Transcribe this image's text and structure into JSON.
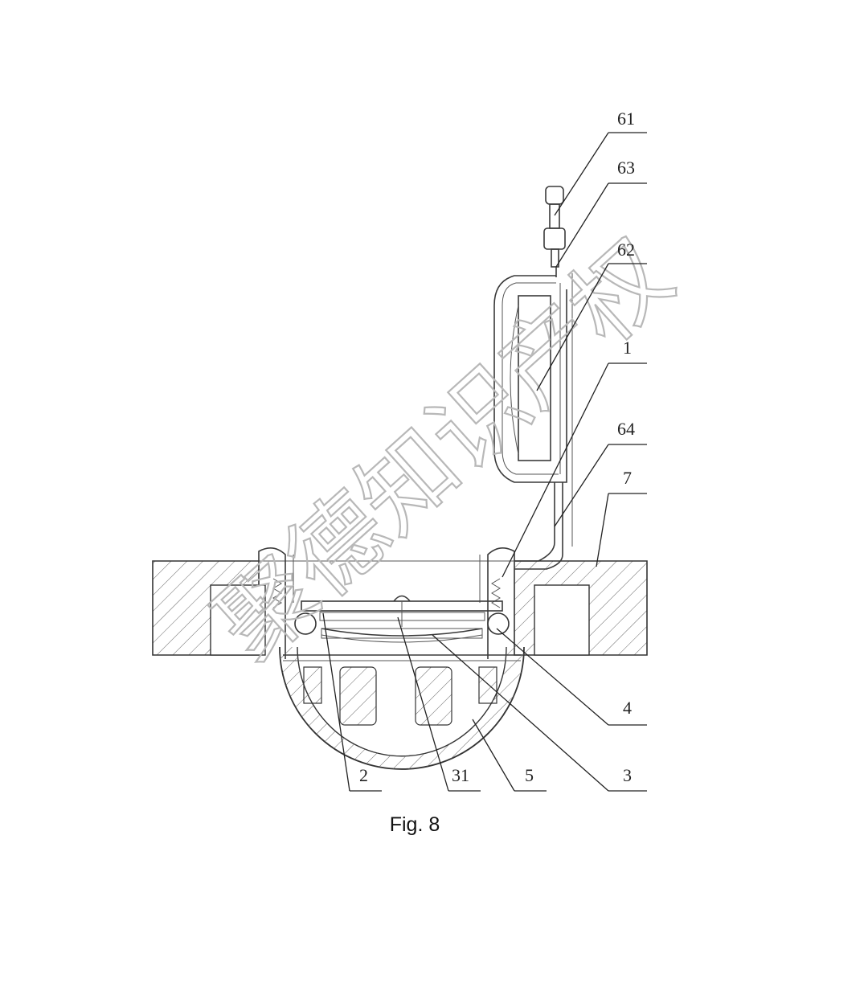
{
  "figure": {
    "caption": "Fig. 8",
    "watermark": "聚德知识产权",
    "reference_numerals": [
      "61",
      "63",
      "62",
      "1",
      "64",
      "7",
      "4",
      "2",
      "31",
      "5",
      "3"
    ]
  }
}
